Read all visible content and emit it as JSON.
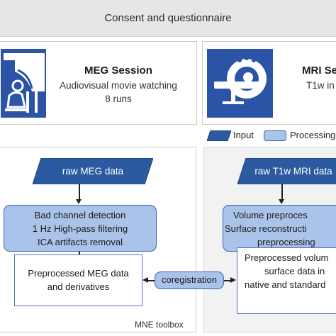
{
  "header": {
    "title": "Consent and questionnaire"
  },
  "meg_session": {
    "title": "MEG Session",
    "desc_line1": "Audiovisual movie watching",
    "desc_line2": "8 runs",
    "icon": "meg-scanner-icon"
  },
  "mri_session": {
    "title": "MRI Se",
    "desc_line1": "T1w in",
    "icon": "mri-scanner-icon"
  },
  "legend": {
    "input": "Input",
    "processing": "Processing"
  },
  "meg_pipeline": {
    "input": "raw MEG data",
    "steps": [
      "Bad channel detection",
      "1 Hz High-pass filtering",
      "ICA artifacts removal"
    ],
    "output_line1": "Preprocessed MEG data",
    "output_line2": "and derivatives",
    "toolbox": "MNE toolbox"
  },
  "mri_pipeline": {
    "input": "raw T1w MRI data",
    "steps": [
      "Volume preproces",
      "Surface reconstructi",
      "preprocessing"
    ],
    "output_line1": "Preprocessed volum",
    "output_line2": "surface data in",
    "output_line3": "native and standard"
  },
  "coregistration": {
    "label": "coregistration"
  },
  "colors": {
    "input_fill": "#2c5aa0",
    "processing_fill": "#a9c3ea",
    "icon_bg": "#2c54a6"
  }
}
